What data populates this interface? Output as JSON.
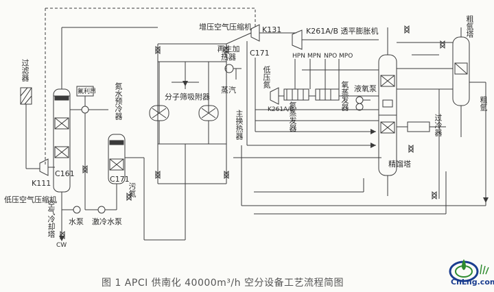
{
  "labels": {
    "filter": "过滤器",
    "low_air_comp": "低压空气压缩机",
    "k111": "K111",
    "c161": "C161",
    "air_cool_tower": "空气冷却塔",
    "water_pump": "水泵",
    "chill_pump": "激冷水泵",
    "cw": "CW",
    "freon": "氟利昂",
    "n2_precooler": "氮水预冷器",
    "c171_left": "C171",
    "waste_n2": "污氮",
    "mol_sieve": "分子筛吸附器",
    "regen_heater": "再生加热器",
    "steam": "蒸汽",
    "booster_comp": "增压空气压缩机",
    "k131": "K131",
    "c171_mid": "C171",
    "low_n2": "低压氮",
    "k261_top": "K261A/B 透平膨胀机",
    "k261_low": "K261A/B",
    "hpn": "HPN",
    "mpn": "MPN",
    "npo": "NPO",
    "mpo": "MPO",
    "main_hx": "主换热器",
    "n2_evap": "氮蒸发器",
    "o2_evap": "氧蒸发器",
    "liq_o2_pump": "液氧泵",
    "subcooler": "过冷器",
    "rect_tower": "精馏塔",
    "crude_ar_tower": "粗氩塔",
    "crude_ar": "粗氩"
  },
  "caption": "图 1   APCI 供南化 40000m³/h 空分设备工艺流程简图",
  "logo_text": "CnLng.com",
  "colors": {
    "line": "#3a3a3a",
    "bg": "#fbfbf8",
    "logo_blue": "#1a3d8f",
    "logo_green": "#2e8b2e"
  }
}
